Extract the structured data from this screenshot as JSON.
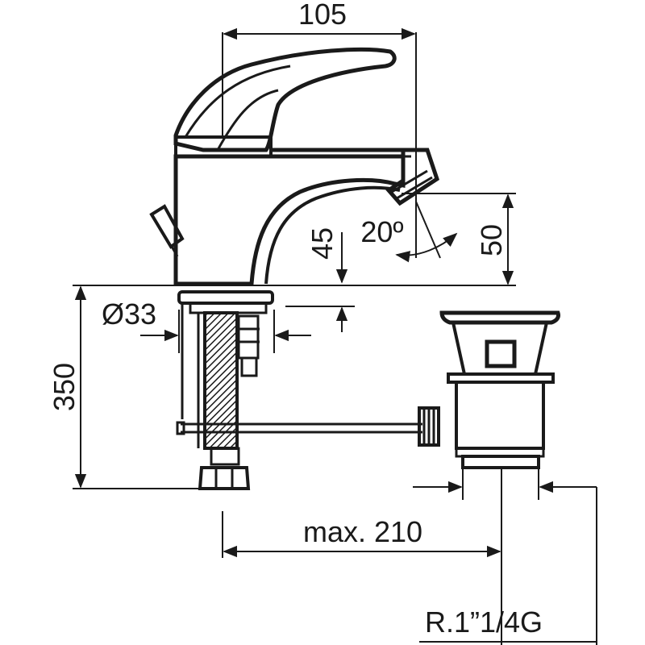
{
  "dimensions": {
    "width_top": "105",
    "height_spout": "50",
    "height_outlet": "45",
    "angle": "20º",
    "diameter": "Ø33",
    "height_total": "350",
    "max_distance": "max. 210",
    "thread": "R.1”1/4G"
  }
}
